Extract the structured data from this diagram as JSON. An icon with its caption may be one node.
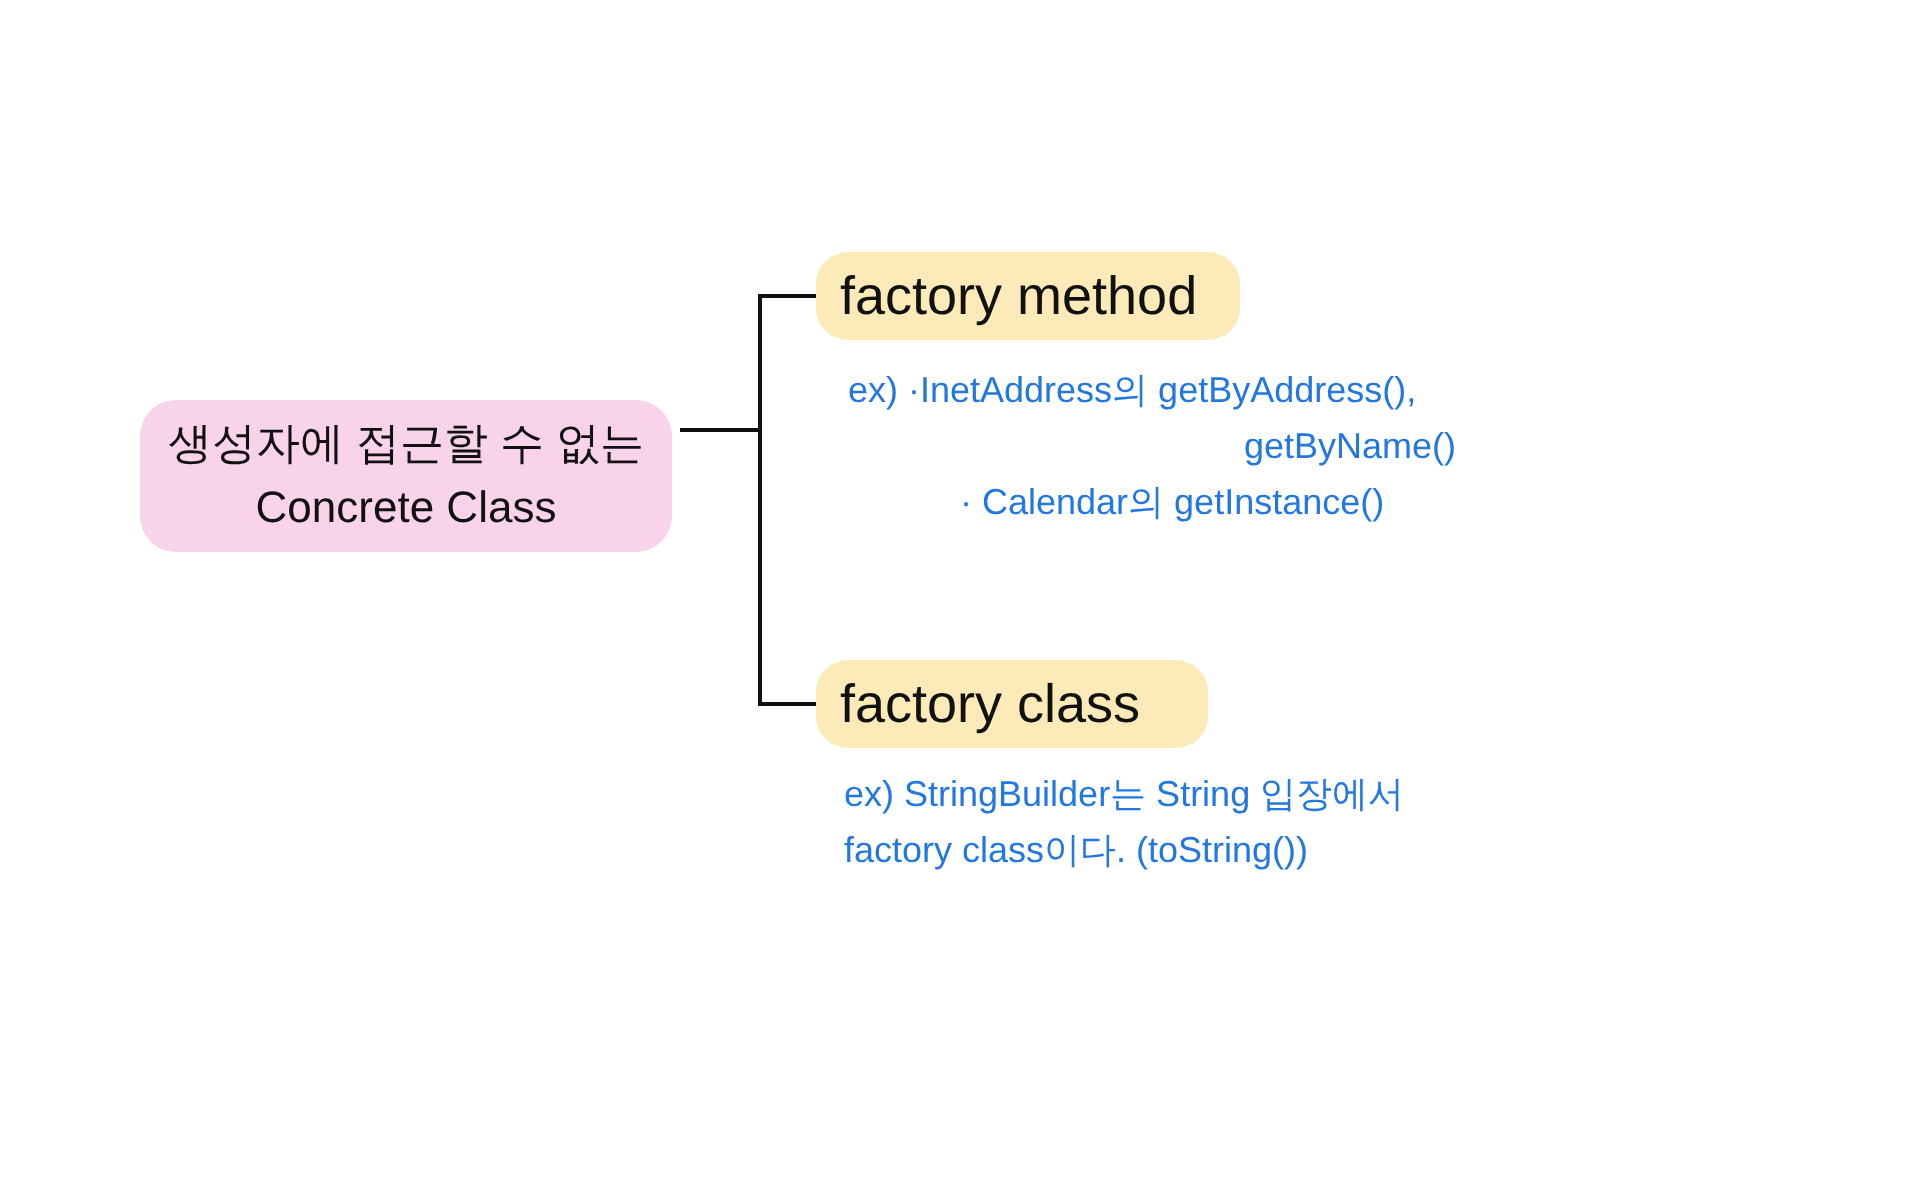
{
  "diagram": {
    "nodes": [
      {
        "text": [
          "생성자에 접근할 수 없는 Concrete Class"
        ]
      },
      {
        "text": [
          "factory method"
        ],
        "beside": [
          "ex) ·InetAddress의 getByAddress(), getByName()",
          "· Calendar의 getInstance()"
        ]
      },
      {
        "text": [
          "factory class"
        ],
        "beside": [
          "ex) StringBuilder는 String 입장에서 factory class이다. (toString())"
        ]
      }
    ],
    "edges": [
      {
        "from": 0,
        "to": 1,
        "arrow": "none"
      },
      {
        "from": 0,
        "to": 2,
        "arrow": "none"
      }
    ]
  }
}
